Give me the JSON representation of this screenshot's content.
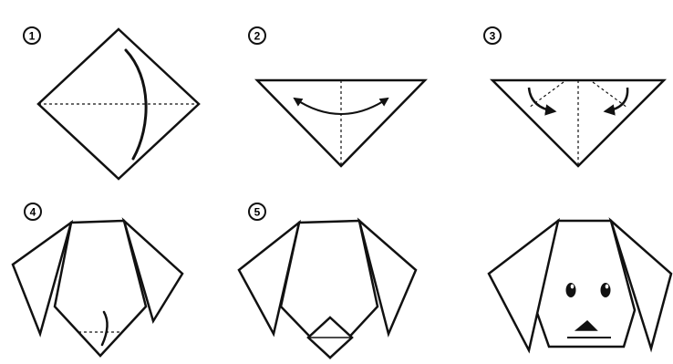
{
  "steps": [
    {
      "number": "1"
    },
    {
      "number": "2"
    },
    {
      "number": "3"
    },
    {
      "number": "4"
    },
    {
      "number": "5"
    },
    {
      "number": ""
    }
  ],
  "colors": {
    "line": "#111111",
    "background": "#ffffff",
    "eye": "#111111",
    "eye_highlight": "#ffffff"
  }
}
